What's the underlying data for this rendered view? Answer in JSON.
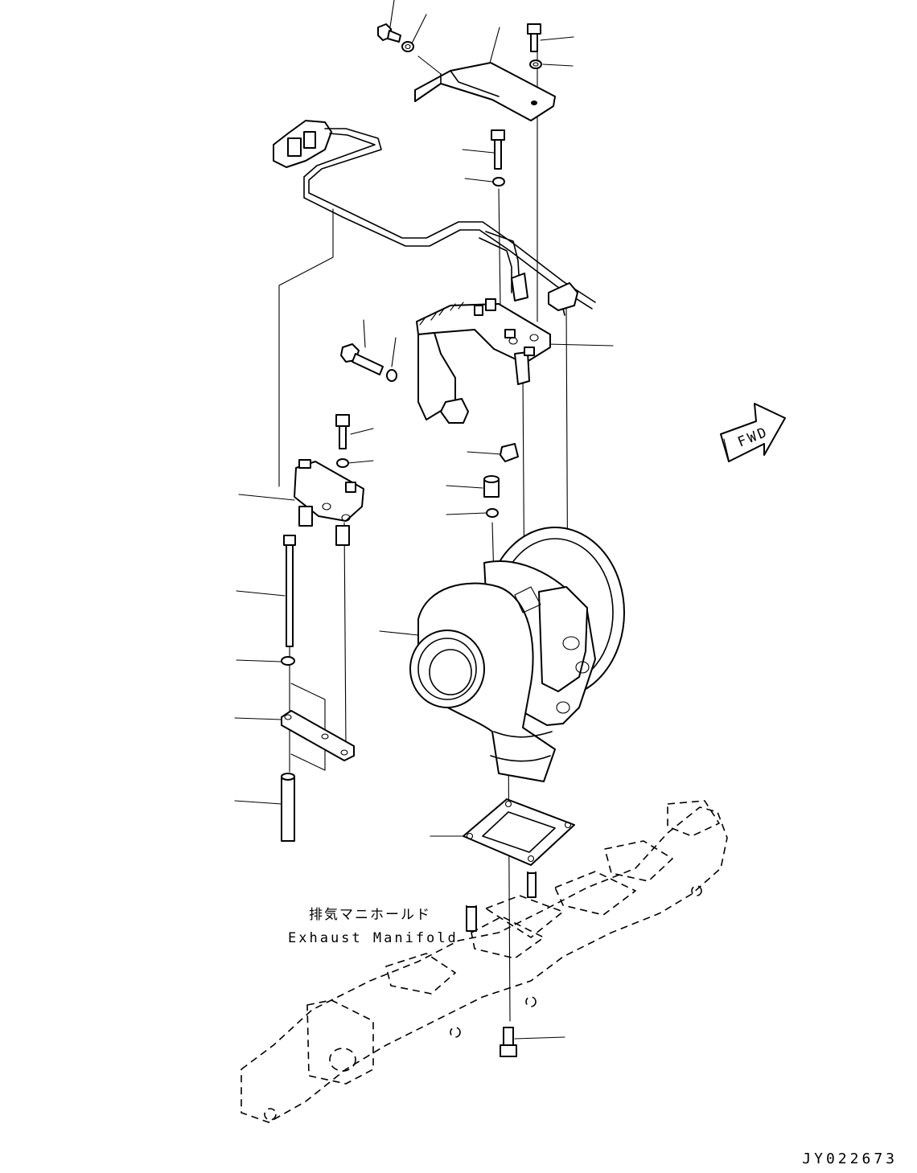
{
  "labels": {
    "manifold_jp": "排気マニホールド",
    "manifold_en": "Exhaust Manifold",
    "direction": "FWD",
    "drawing_number": "JY022673"
  }
}
